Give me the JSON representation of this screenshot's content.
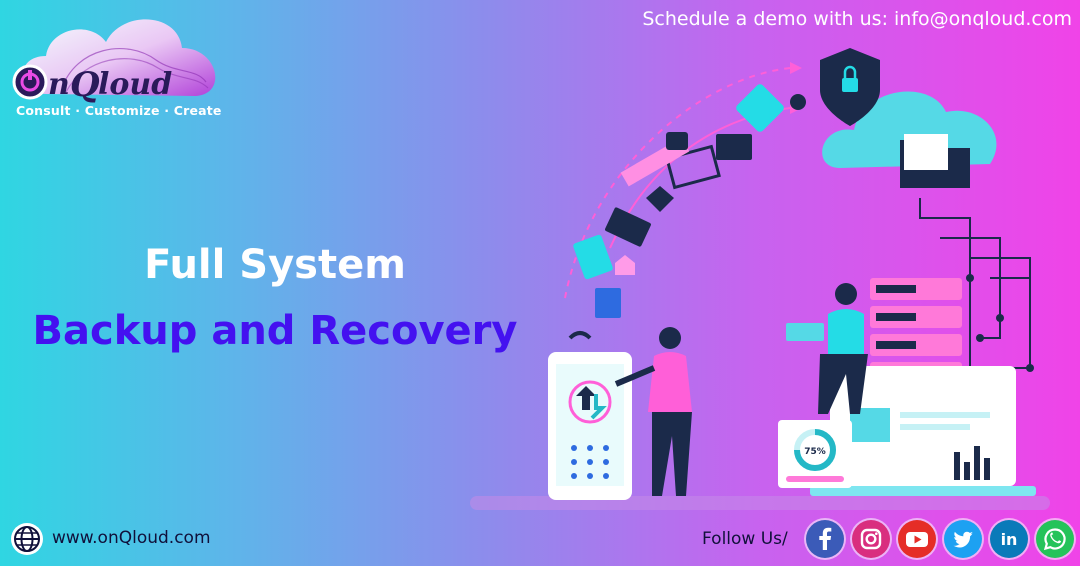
{
  "brand": {
    "logo_text": "OnQloud",
    "tagline": "Consult · Customize · Create"
  },
  "header": {
    "schedule_text": "Schedule a demo with us: info@onqloud.com"
  },
  "headline": {
    "line1": "Full System",
    "line2": "Backup and Recovery"
  },
  "footer": {
    "website": "www.onQloud.com",
    "follow_label": "Follow Us/"
  },
  "illustration": {
    "gauge_label": "75%",
    "gauge_percent": 75
  },
  "social_icons": [
    "facebook-icon",
    "instagram-icon",
    "youtube-icon",
    "twitter-icon",
    "linkedin-icon",
    "whatsapp-icon"
  ],
  "colors": {
    "gradient_start": "#2fd6e2",
    "gradient_end": "#f043e8",
    "headline_accent": "#4411f0",
    "facebook": "#3b5bb8",
    "instagram": "#d92e7f",
    "youtube": "#e52d27",
    "twitter": "#1da1f2",
    "linkedin": "#0a7ab9",
    "whatsapp": "#25c35a"
  }
}
